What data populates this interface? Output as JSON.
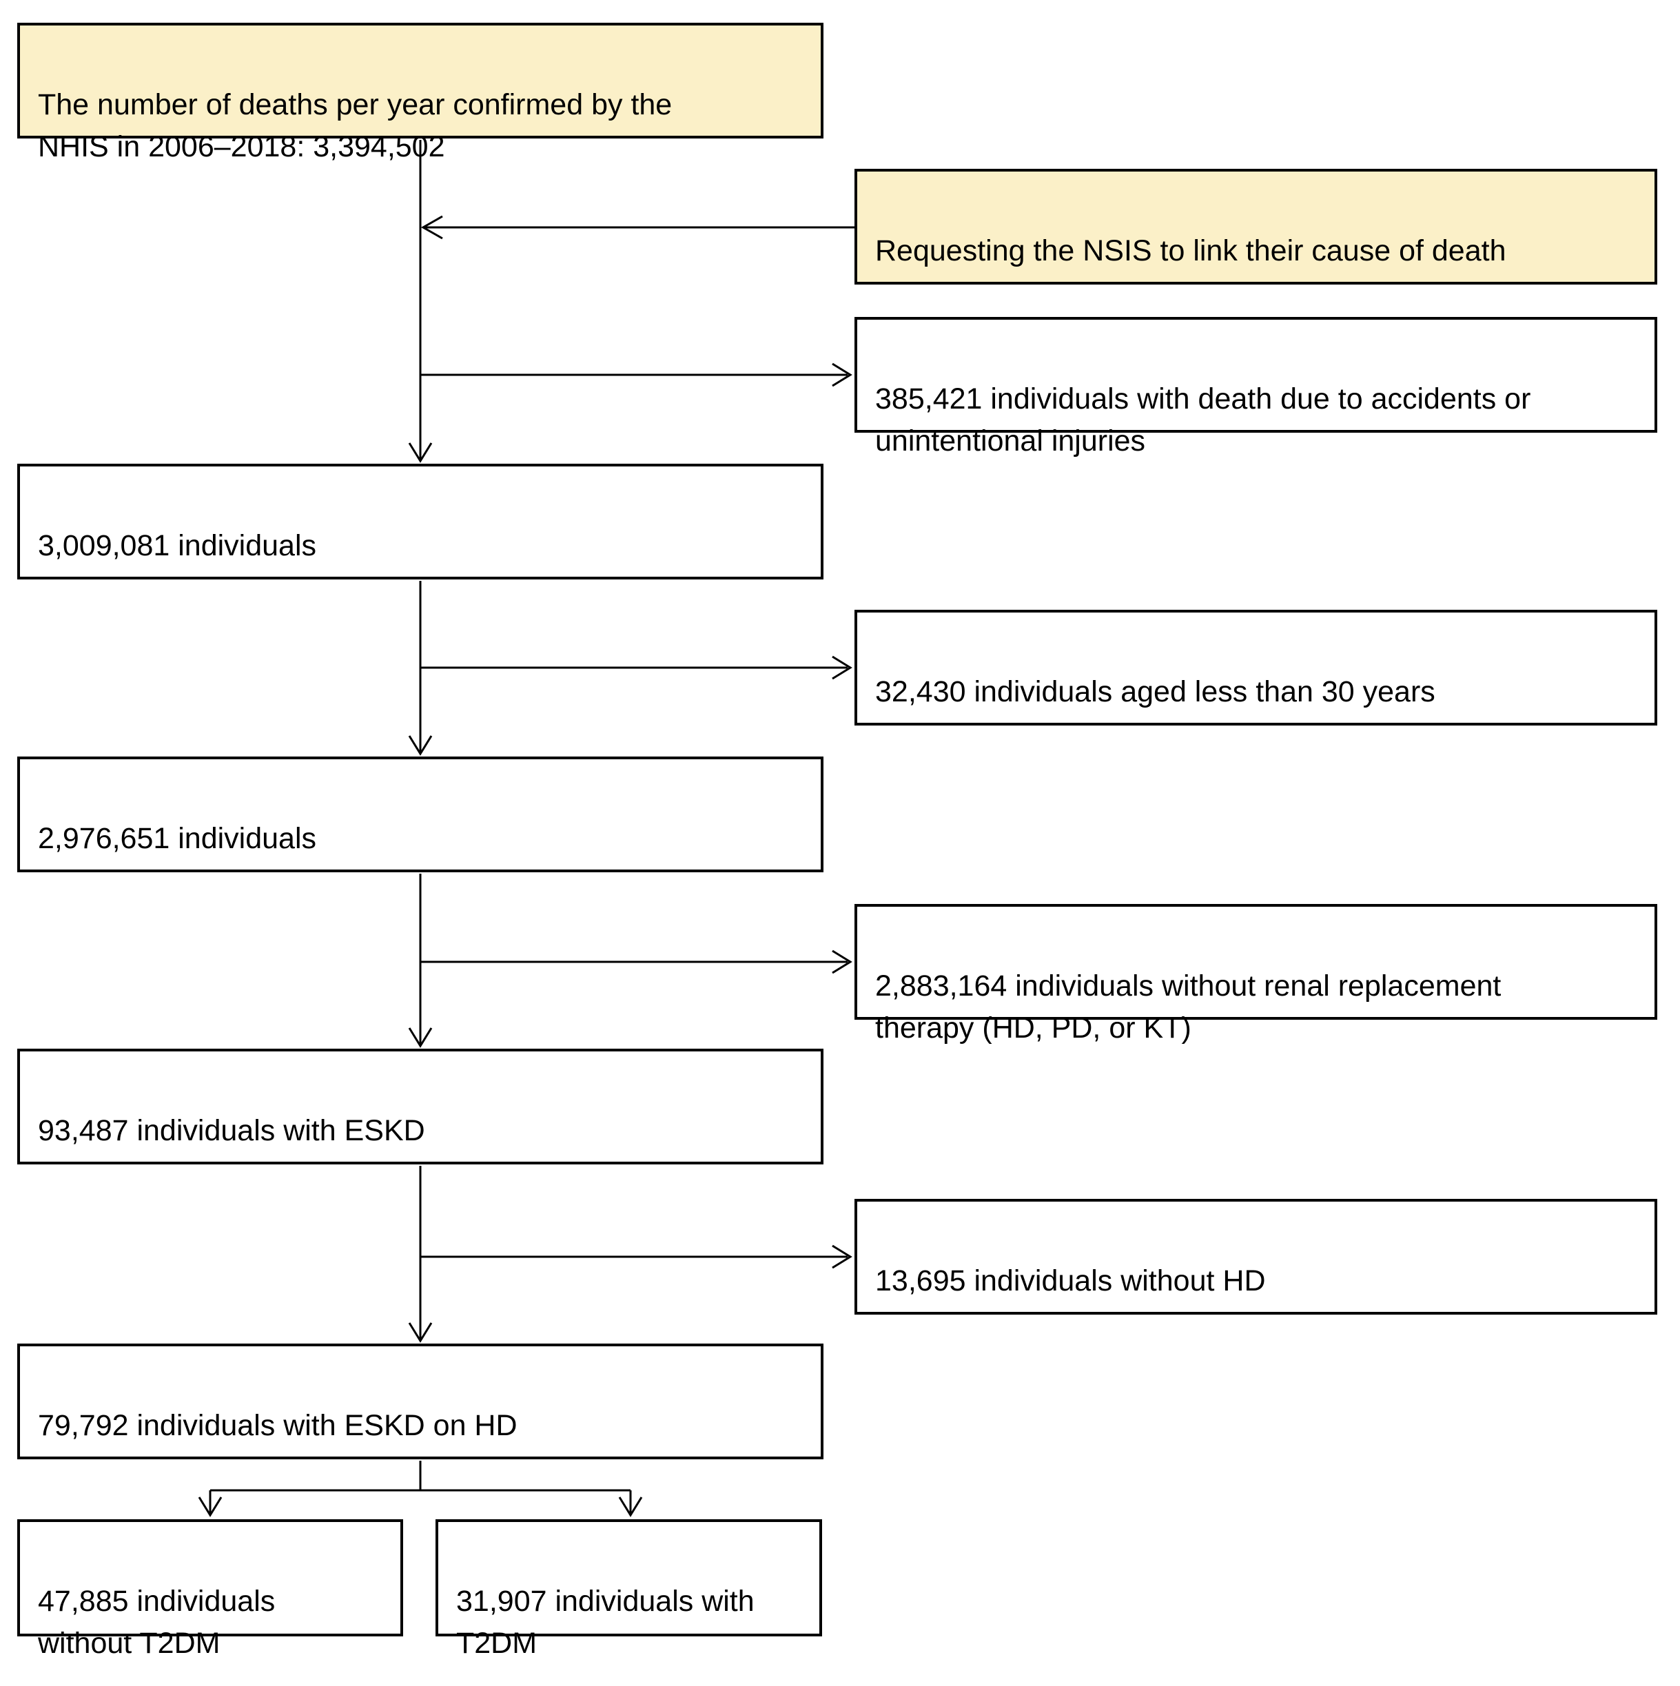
{
  "flowchart": {
    "source": "The number of deaths per year confirmed by the\nNHIS in 2006–2018: 3,394,502",
    "annotation": "Requesting the NSIS to link their cause of death",
    "steps": [
      "3,009,081 individuals",
      "2,976,651 individuals",
      "93,487 individuals with ESKD",
      "79,792 individuals with ESKD on HD"
    ],
    "exclusions": [
      "385,421 individuals with death due to accidents or\nunintentional injuries",
      "32,430 individuals aged less than 30 years",
      "2,883,164 individuals without renal replacement\ntherapy (HD, PD, or KT)",
      "13,695 individuals without HD"
    ],
    "outcomes": [
      "47,885 individuals\nwithout T2DM",
      "31,907 individuals with\nT2DM"
    ],
    "colors": {
      "highlight_fill": "#fbf0c8",
      "box_fill": "#ffffff",
      "border": "#000000"
    }
  }
}
